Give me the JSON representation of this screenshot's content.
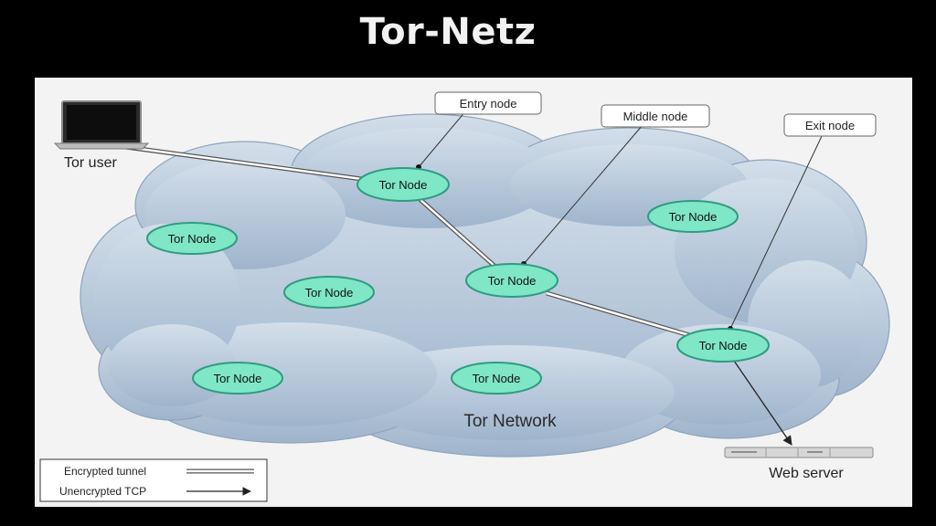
{
  "title": "Tor-Netz",
  "diagram": {
    "network_label": "Tor Network",
    "user_label": "Tor user",
    "server_label": "Web server",
    "callouts": {
      "entry": "Entry node",
      "middle": "Middle node",
      "exit": "Exit node"
    },
    "nodes": [
      {
        "id": "entry",
        "label": "Tor Node"
      },
      {
        "id": "middle",
        "label": "Tor Node"
      },
      {
        "id": "exit",
        "label": "Tor Node"
      },
      {
        "id": "n1",
        "label": "Tor Node"
      },
      {
        "id": "n2",
        "label": "Tor Node"
      },
      {
        "id": "n3",
        "label": "Tor Node"
      },
      {
        "id": "n4",
        "label": "Tor Node"
      },
      {
        "id": "n5",
        "label": "Tor Node"
      }
    ],
    "legend": {
      "encrypted": "Encrypted tunnel",
      "unencrypted": "Unencrypted TCP"
    },
    "colors": {
      "node_fill": "#7fe6c6",
      "node_stroke": "#2f9c80",
      "cloud_fill": "#b7c9dd"
    }
  }
}
